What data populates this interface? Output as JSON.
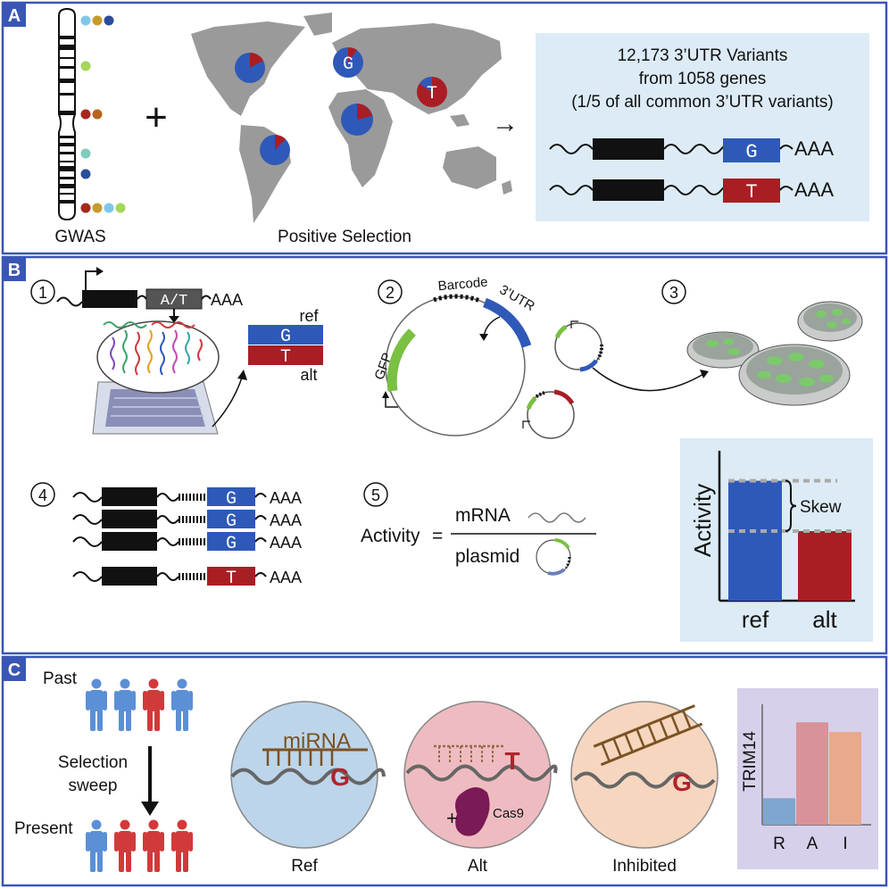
{
  "panels": {
    "A": {
      "letter": "A",
      "gwas": "GWAS",
      "plus": "+",
      "positive_selection": "Positive Selection",
      "arrow": "→",
      "variants_line1": "12,173 3’UTR Variants",
      "variants_line2": "from 1058 genes",
      "variants_line3": "(1/5 of all common 3’UTR variants)",
      "tail": "AAA",
      "ref_base": "G",
      "alt_base": "T"
    },
    "B": {
      "letter": "B",
      "step1": "1",
      "step2": "2",
      "step3": "3",
      "step4": "4",
      "step5": "5",
      "at_box": "A/T",
      "tail": "AAA",
      "ref": "ref",
      "alt": "alt",
      "ref_base": "G",
      "alt_base": "T",
      "barcode": "Barcode",
      "utr": "3’UTR",
      "gfp": "GFP",
      "activity": "Activity",
      "equals": "=",
      "mrna": "mRNA",
      "plasmid": "plasmid",
      "chart": {
        "ylabel": "Activity",
        "skew": "Skew",
        "categories": [
          "ref",
          "alt"
        ]
      }
    },
    "C": {
      "letter": "C",
      "past": "Past",
      "selection": "Selection",
      "sweep": "sweep",
      "present": "Present",
      "mirna": "miRNA",
      "ref_base": "G",
      "alt_base": "T",
      "cas9": "Cas9",
      "plus": "+",
      "ref_label": "Ref",
      "alt_label": "Alt",
      "inhibited_label": "Inhibited",
      "chart": {
        "ylabel": "TRIM14",
        "categories": [
          "R",
          "A",
          "I"
        ]
      }
    }
  },
  "chart_data": [
    {
      "type": "bar",
      "title": "",
      "ylabel": "Activity",
      "xlabel": "",
      "categories": [
        "ref",
        "alt"
      ],
      "values": [
        1.0,
        0.58
      ],
      "ylim": [
        0,
        1.25
      ],
      "annotation": "Skew",
      "colors": [
        "#2f59b8",
        "#a81e24"
      ]
    },
    {
      "type": "bar",
      "title": "",
      "ylabel": "TRIM14",
      "xlabel": "",
      "categories": [
        "R",
        "A",
        "I"
      ],
      "values": [
        0.22,
        0.85,
        0.77
      ],
      "ylim": [
        0,
        1.0
      ],
      "colors": [
        "#7ea6cf",
        "#d9929a",
        "#e9a98c"
      ]
    }
  ],
  "colors": {
    "frame": "#3a56b5",
    "ref_blue": "#2f59b8",
    "alt_red": "#a81e24",
    "gfp_green": "#7ac043",
    "panel_bg": "#dcebf6",
    "trim_bg": "#d6d0ea"
  }
}
